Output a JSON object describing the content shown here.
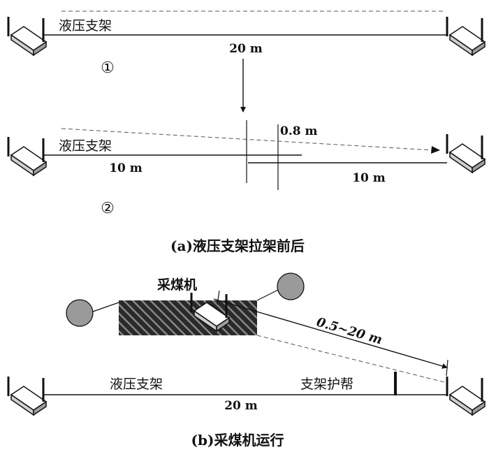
{
  "part_a": {
    "step1": {
      "label": "液压支架",
      "distance": "20 m",
      "marker": "①"
    },
    "step2": {
      "label": "液压支架",
      "left_distance": "10 m",
      "right_distance": "10 m",
      "offset": "0.8 m",
      "marker": "②"
    },
    "caption": "(a)液压支架拉架前后"
  },
  "part_b": {
    "shearer_label": "采煤机",
    "range": "0.5~20 m",
    "support_label": "液压支架",
    "guard_label": "支架护帮",
    "distance": "20 m",
    "caption": "(b)采煤机运行"
  },
  "colors": {
    "line": "#111111",
    "dashed": "#555555",
    "drum": "#9a9a9a",
    "hatch_dark": "#2a2a2a",
    "hatch_light": "#8a8a8a"
  },
  "icons": [
    "router-icon",
    "shearer-drum-icon",
    "arrow-down-icon"
  ]
}
